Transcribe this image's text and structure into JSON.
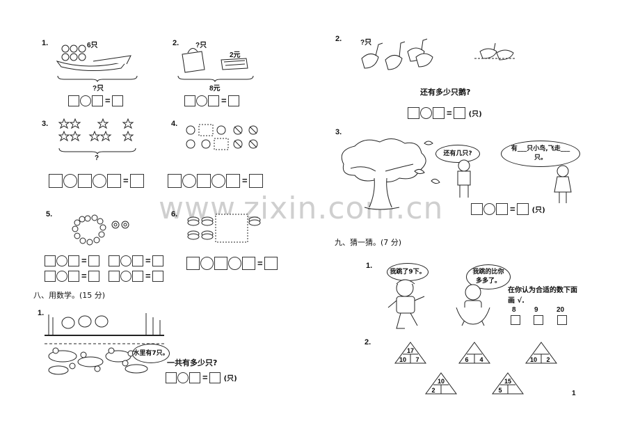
{
  "watermark": "www.zixin.com.cn",
  "left": {
    "p1": {
      "num": "1.",
      "count_label": "6只",
      "total_label": "?只"
    },
    "p2": {
      "num": "2.",
      "q_label": "?只",
      "price_label": "2元",
      "total_label": "8元"
    },
    "p3": {
      "num": "3.",
      "total_label": "?"
    },
    "p4": {
      "num": "4."
    },
    "p5": {
      "num": "5."
    },
    "p6": {
      "num": "6."
    },
    "section8": {
      "title": "八、用数学。(15 分)"
    },
    "p8_1": {
      "num": "1.",
      "bubble": "水里有7只。",
      "question": "一共有多少只?",
      "unit": "(只)"
    }
  },
  "right": {
    "p2": {
      "num": "2.",
      "q_label": "?只",
      "question": "还有多少只鹅?",
      "unit": "(只)"
    },
    "p3": {
      "num": "3.",
      "bubble1": "还有几只?",
      "bubble2": "有___只小鸟,飞走___只。",
      "unit": "(只)"
    },
    "section9": {
      "title": "九、猜一猜。(7 分)"
    },
    "p9_1": {
      "num": "1.",
      "bubble1": "我跳了9下。",
      "bubble2": "我跳的比你多多了。",
      "instruction": "在你认为合适的数下面画 √.",
      "options": [
        "8",
        "9",
        "20"
      ]
    },
    "p9_2": {
      "num": "2.",
      "triangles": [
        {
          "top": "17",
          "left": "10",
          "right": "7"
        },
        {
          "top": "",
          "left": "6",
          "right": "4"
        },
        {
          "top": "",
          "left": "10",
          "right": "2"
        },
        {
          "top": "10",
          "left": "2",
          "right": ""
        },
        {
          "top": "15",
          "left": "5",
          "right": ""
        }
      ]
    },
    "page_number": "1"
  }
}
